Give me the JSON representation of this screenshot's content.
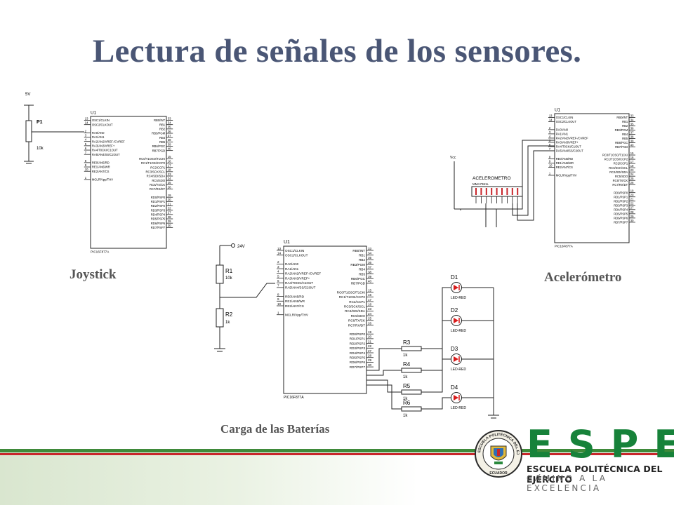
{
  "title": "Lectura de señales de los sensores.",
  "captions": {
    "joystick": "Joystick",
    "accelerometer": "Acelerómetro",
    "battery": "Carga de las Baterías"
  },
  "pic": {
    "label": "U1",
    "part": "PIC16F877A",
    "left_pins": [
      {
        "num": "13",
        "name": "OSC1/CLKIN"
      },
      {
        "num": "14",
        "name": "OSC2/CLKOUT"
      },
      {
        "num": "2",
        "name": "RA0/AN0"
      },
      {
        "num": "3",
        "name": "RA1/AN1"
      },
      {
        "num": "4",
        "name": "RA2/AN2/VREF-/CVREF"
      },
      {
        "num": "5",
        "name": "RA3/AN3/VREF+"
      },
      {
        "num": "6",
        "name": "RA4/T0CKI/C1OUT"
      },
      {
        "num": "7",
        "name": "RA5/AN4/SS/C2OUT"
      },
      {
        "num": "8",
        "name": "RE0/AN5/RD"
      },
      {
        "num": "9",
        "name": "RE1/AN6/WR"
      },
      {
        "num": "10",
        "name": "RE2/AN7/CS"
      },
      {
        "num": "1",
        "name": "MCLR/Vpp/THV"
      }
    ],
    "right_pins": [
      {
        "num": "33",
        "name": "RB0/INT"
      },
      {
        "num": "34",
        "name": "RB1"
      },
      {
        "num": "35",
        "name": "RB2"
      },
      {
        "num": "36",
        "name": "RB3/PGM"
      },
      {
        "num": "37",
        "name": "RB4"
      },
      {
        "num": "38",
        "name": "RB5"
      },
      {
        "num": "39",
        "name": "RB6/PGC"
      },
      {
        "num": "40",
        "name": "RB7/PGD"
      },
      {
        "num": "15",
        "name": "RC0/T1OSO/T1CKI"
      },
      {
        "num": "16",
        "name": "RC1/T1OSI/CCP2"
      },
      {
        "num": "17",
        "name": "RC2/CCP1"
      },
      {
        "num": "18",
        "name": "RC3/SCK/SCL"
      },
      {
        "num": "23",
        "name": "RC4/SDI/SDA"
      },
      {
        "num": "24",
        "name": "RC5/SDO"
      },
      {
        "num": "25",
        "name": "RC6/TX/CK"
      },
      {
        "num": "26",
        "name": "RC7/RX/DT"
      },
      {
        "num": "19",
        "name": "RD0/PSP0"
      },
      {
        "num": "20",
        "name": "RD1/PSP1"
      },
      {
        "num": "21",
        "name": "RD2/PSP2"
      },
      {
        "num": "22",
        "name": "RD3/PSP3"
      },
      {
        "num": "27",
        "name": "RD4/PSP4"
      },
      {
        "num": "28",
        "name": "RD5/PSP5"
      },
      {
        "num": "29",
        "name": "RD6/PSP6"
      },
      {
        "num": "30",
        "name": "RD7/PSP7"
      }
    ]
  },
  "joystick": {
    "supply": "5V",
    "pot_label": "P1",
    "pot_value": "10k"
  },
  "accelerometer": {
    "vcc": "Vcc",
    "module": "ACELEROMETRO",
    "chip": "MMA7361L"
  },
  "battery": {
    "supply": "24V",
    "resistors": [
      {
        "label": "R1",
        "value": "10k"
      },
      {
        "label": "R2",
        "value": "1k"
      },
      {
        "label": "R3",
        "value": "1k"
      },
      {
        "label": "R4",
        "value": "1k"
      },
      {
        "label": "R5",
        "value": "1k"
      },
      {
        "label": "R6",
        "value": "1k"
      }
    ],
    "leds": [
      {
        "label": "D1",
        "type": "LED-RED"
      },
      {
        "label": "D2",
        "type": "LED-RED"
      },
      {
        "label": "D3",
        "type": "LED-RED"
      },
      {
        "label": "D4",
        "type": "LED-RED"
      }
    ]
  },
  "logo": {
    "letters": "ESPE",
    "name": "ESCUELA POLITÉCNICA DEL EJÉRCITO",
    "motto": "CAMINO A LA EXCELENCIA",
    "seal_text": "ESCUELA POLITÉCNICA DEL EJÉRCITO",
    "seal_bottom": "ECUADOR"
  },
  "colors": {
    "title": "#4a5675",
    "brand_green": "#17823a",
    "stripe_red": "#c8262b",
    "led_red": "#d81b1b"
  }
}
